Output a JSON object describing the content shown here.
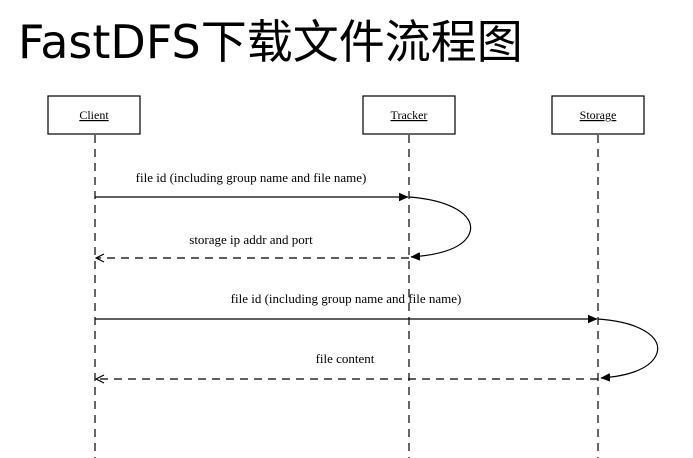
{
  "title": "FastDFS下载文件流程图",
  "lifelines": [
    {
      "id": "client",
      "label": "Client"
    },
    {
      "id": "tracker",
      "label": "Tracker"
    },
    {
      "id": "storage",
      "label": "Storage"
    }
  ],
  "messages": [
    {
      "from": "client",
      "to": "tracker",
      "style": "solid",
      "label": "file id (including group name and file name)"
    },
    {
      "from": "tracker",
      "to": "client",
      "style": "dashed",
      "label": "storage ip addr and port"
    },
    {
      "from": "client",
      "to": "storage",
      "style": "solid",
      "label": "file id (including group name and file name)"
    },
    {
      "from": "storage",
      "to": "client",
      "style": "dashed",
      "label": "file content"
    }
  ],
  "colors": {
    "line": "#000000",
    "box_fill": "#ffffff",
    "background": "#ffffff"
  }
}
